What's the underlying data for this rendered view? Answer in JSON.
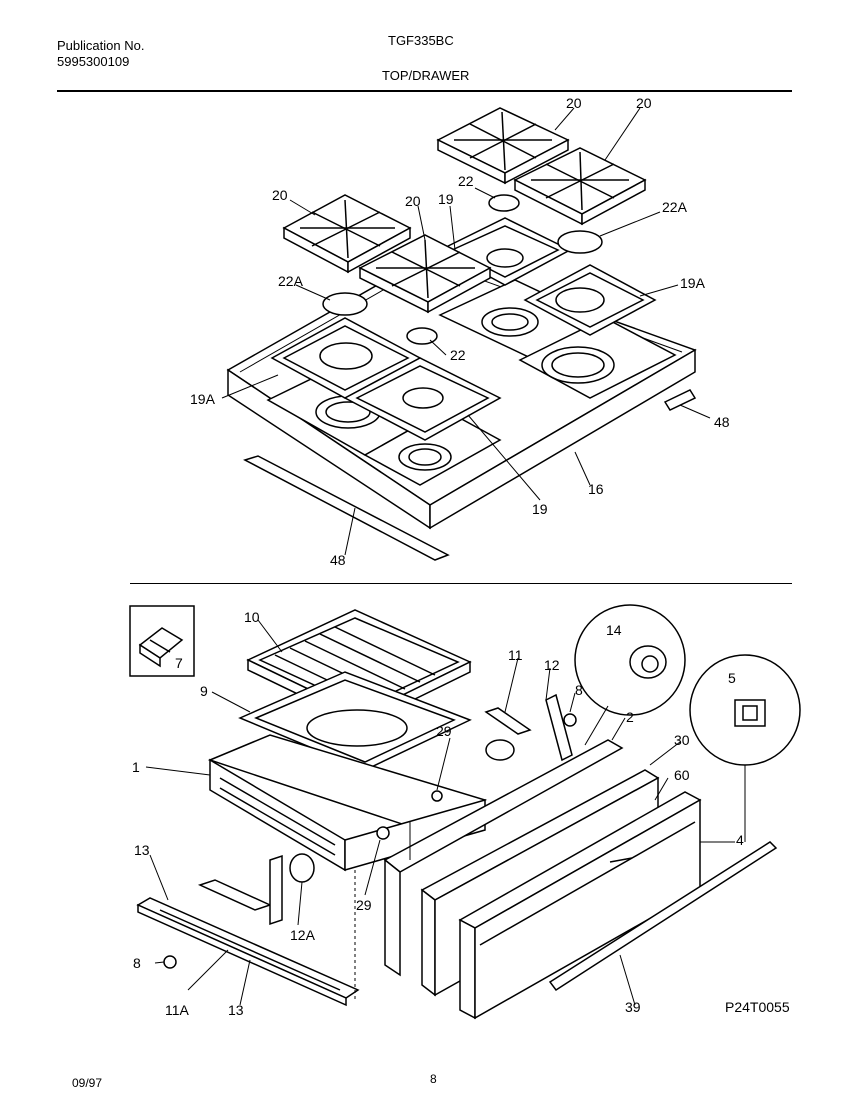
{
  "header": {
    "publication_label": "Publication No.",
    "publication_number": "5995300109",
    "model": "TGF335BC",
    "section_title": "TOP/DRAWER"
  },
  "callouts": {
    "c20a": "20",
    "c20b": "20",
    "c20c": "20",
    "c20d": "20",
    "c22a": "22",
    "c22b": "22",
    "c22A1": "22A",
    "c22A2": "22A",
    "c19a": "19",
    "c19b": "19",
    "c19A1": "19A",
    "c19A2": "19A",
    "c16": "16",
    "c48a": "48",
    "c48b": "48",
    "c10": "10",
    "c9": "9",
    "c1": "1",
    "c7": "7",
    "c11": "11",
    "c12": "12",
    "c8a": "8",
    "c14": "14",
    "c5": "5",
    "c2": "2",
    "c30": "30",
    "c60": "60",
    "c4": "4",
    "c29a": "29",
    "c29b": "29",
    "c13a": "13",
    "c13b": "13",
    "c12A": "12A",
    "c8b": "8",
    "c11A": "11A",
    "c39": "39"
  },
  "diagram_id": "P24T0055",
  "footer": {
    "date": "09/97",
    "page": "8"
  }
}
